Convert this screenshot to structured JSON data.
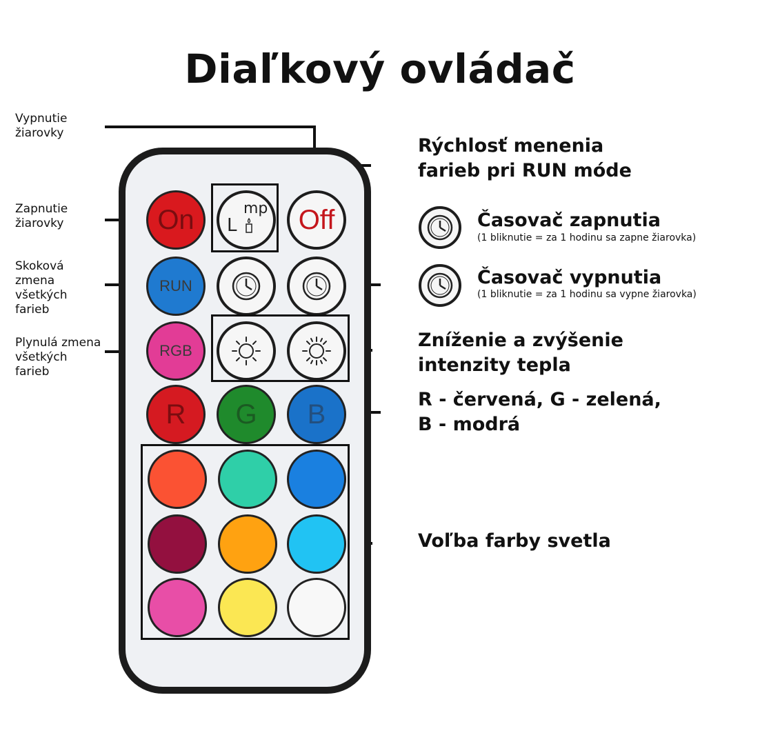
{
  "title": "Diaľkový ovládač",
  "left_labels": {
    "off_bulb": "Vypnutie\nžiarovky",
    "on_bulb": "Zapnutie\nžiarovky",
    "jump_change": "Skoková\nzmena\nvšetkých\nfarieb",
    "smooth_change": "Plynulá zmena\nvšetkých\nfarieb"
  },
  "right_labels": {
    "run_speed": "Rýchlosť menenia\nfarieb pri RUN móde",
    "timer_on": "Časovač zapnutia",
    "timer_on_note": "(1 bliknutie = za 1 hodinu sa zapne žiarovka)",
    "timer_off": "Časovač vypnutia",
    "timer_off_note": "(1 bliknutie = za 1 hodinu sa vypne žiarovka)",
    "warmth": "Zníženie a zvýšenie\nintenzity tepla",
    "rgb": "R - červená, G - zelená,\nB - modrá",
    "color_choice": "Voľba farby svetla"
  },
  "buttons": {
    "on": "On",
    "off": "Off",
    "lamp_top": "mp",
    "lamp_bottom": "L",
    "run": "RUN",
    "rgb": "RGB",
    "r": "R",
    "g": "G",
    "b": "B"
  },
  "colors": {
    "on_button": "#d9191e",
    "run_button": "#1f7ad0",
    "rgb_button": "#e23c96",
    "r_button": "#d51a21",
    "g_button": "#1f8a2c",
    "b_button": "#1a72c9",
    "swatches": [
      "#fb5233",
      "#2fcfa8",
      "#1a80e0",
      "#93103f",
      "#ffa211",
      "#21c3f3",
      "#e84ea7",
      "#fbe753",
      "#f8f8f8"
    ]
  }
}
